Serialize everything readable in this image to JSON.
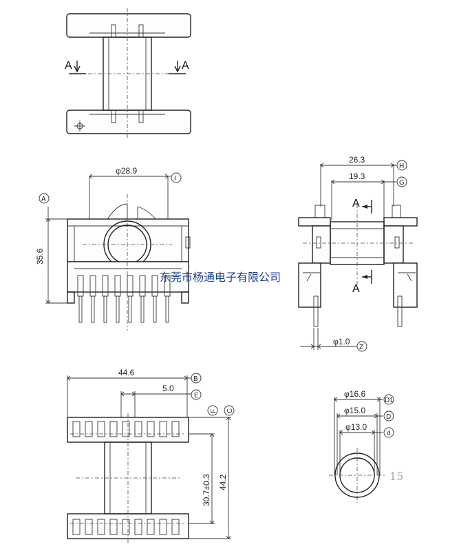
{
  "section_labels": {
    "left": "A",
    "right": "A",
    "side_top": "A",
    "side_bottom": "A"
  },
  "front_view": {
    "dia_outer": "φ28.9",
    "height": "35.6",
    "ref_height": "A",
    "ref_dia": "I"
  },
  "side_view": {
    "width_outer": "26.3",
    "width_inner": "19.3",
    "pin_dia": "φ1.0",
    "ref_outer": "H",
    "ref_inner": "G",
    "ref_pin": "Z"
  },
  "bottom_view": {
    "width": "44.6",
    "pin_pitch": "5.0",
    "length_inner": "30.7±0.3",
    "length_outer": "44.2",
    "ref_width": "B",
    "ref_pitch": "E",
    "ref_inner": "F",
    "ref_outer": "C"
  },
  "tube_view": {
    "dia_1": "φ16.6",
    "dia_2": "φ15.0",
    "dia_3": "φ13.0",
    "ref_1": "D1",
    "ref_2": "D",
    "ref_3": "d",
    "thickness": "15"
  },
  "watermark": "东莞市杨通电子有限公司"
}
